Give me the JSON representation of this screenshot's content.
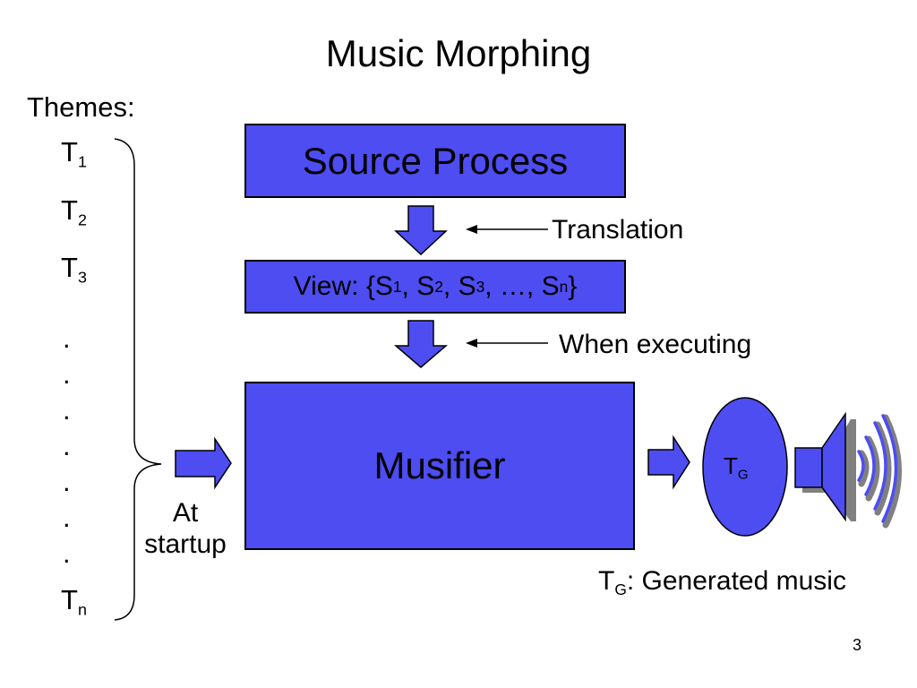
{
  "title": "Music Morphing",
  "themes_label": "Themes:",
  "themes": [
    {
      "base": "T",
      "sub": "1"
    },
    {
      "base": "T",
      "sub": "2"
    },
    {
      "base": "T",
      "sub": "3"
    }
  ],
  "theme_last": {
    "base": "T",
    "sub": "n"
  },
  "dots": [
    ".",
    ".",
    ".",
    ".",
    ".",
    ".",
    "."
  ],
  "source_box": "Source Process",
  "view_box": {
    "prefix": "View: {",
    "s1": "S",
    "s1_sub": "1",
    "sep1": ", ",
    "s2": "S",
    "s2_sub": "2",
    "sep2": ", ",
    "s3": "S",
    "s3_sub": "3",
    "sep3": ", …, ",
    "sn": "S",
    "sn_sub": "n",
    "suffix": "}"
  },
  "musifier_box": "Musifier",
  "annotation_translation": "Translation",
  "annotation_executing": "When executing",
  "startup_label_1": "At",
  "startup_label_2": "startup",
  "tg": {
    "base": "T",
    "sub": "G"
  },
  "legend": {
    "base": "T",
    "sub": "G",
    "text": ": Generated music"
  },
  "page_number": "3",
  "colors": {
    "box_fill": "#4d4df2",
    "outline": "#000000",
    "speaker_shadow": "#808080"
  },
  "icons": [
    "down-arrow-icon",
    "right-arrow-icon",
    "speaker-icon",
    "sound-wave-icon",
    "brace-icon"
  ]
}
